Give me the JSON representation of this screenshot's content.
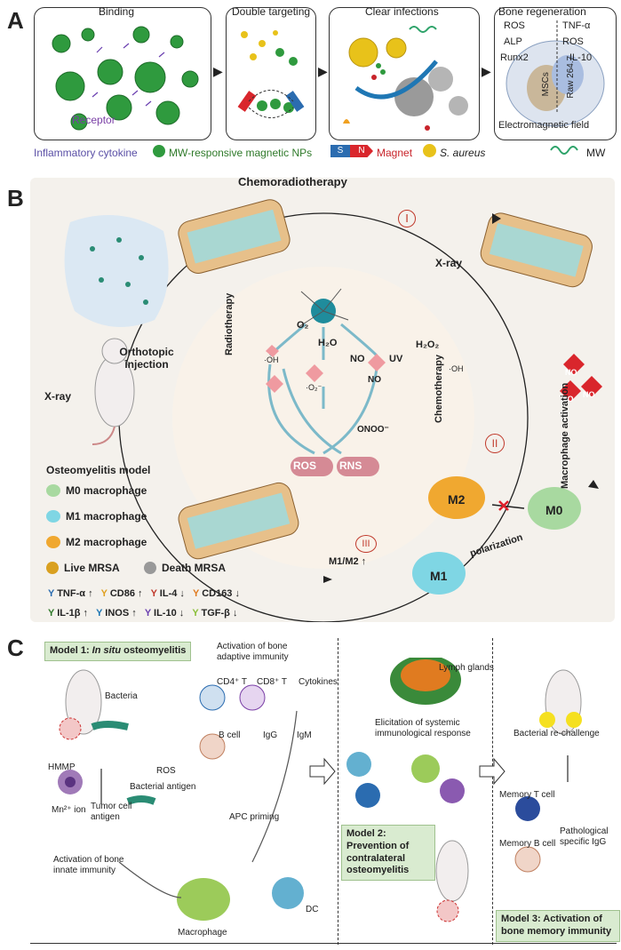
{
  "panelA": {
    "letter": "A",
    "box_titles": [
      "Binding",
      "Double  targeting",
      "Clear infections",
      "Bone regeneration"
    ],
    "receptor": "Receptor",
    "bone": {
      "ros1": "ROS",
      "tnf": "TNF-α",
      "alp": "ALP",
      "ros2": "ROS",
      "runx2": "Runx2",
      "il10": "IL-10",
      "mscs": "MSCs",
      "raw": "Raw 264.7",
      "field": "Electromagnetic field"
    },
    "legend": {
      "cytokine": "Inflammatory cytokine",
      "nps": "MW-responsive magnetic NPs",
      "magnet": "Magnet",
      "saureus": "S. aureus",
      "mw": "MW"
    },
    "magnet_s": "S",
    "magnet_n": "N"
  },
  "panelB": {
    "letter": "B",
    "chemoradio": "Chemoradiotherapy",
    "xray_top": "X-ray",
    "xray_left": "X-ray",
    "orthotopic": "Orthotopic injection",
    "radiotherapy": "Radiotherapy",
    "chemotherapy": "Chemotherapy",
    "o2": "O₂",
    "h2o": "H₂O",
    "no": "NO",
    "uv": "UV",
    "h2o2": "H₂O₂",
    "oh1": "·OH",
    "o2r": "·O₂⁻",
    "no_center": "NO",
    "oh2": "·OH",
    "onoo": "ONOO⁻",
    "ros": "ROS",
    "rns": "RNS",
    "step1": "I",
    "step2": "II",
    "step3": "III",
    "macrophage_activation": "Macrophage activation",
    "no_clusters": [
      "NO",
      "NO",
      "NO"
    ],
    "m2": "M2",
    "m0": "M0",
    "m1": "M1",
    "polarization": "polarization",
    "m1m2": "M1/M2 ↑",
    "model_title": "Osteomyelitis model",
    "legend_items": [
      "M0 macrophage",
      "M1 macrophage",
      "M2 macrophage"
    ],
    "live": "Live MRSA",
    "death": "Death MRSA",
    "markers_row1": [
      "TNF-α ↑",
      "CD86 ↑",
      "IL-4 ↓",
      "CD163 ↓"
    ],
    "markers_row2": [
      "IL-1β ↑",
      "INOS ↑",
      "IL-10 ↓",
      "TGF-β ↓"
    ]
  },
  "panelC": {
    "letter": "C",
    "model1_prefix": "Model 1: ",
    "model1_italic": "In situ",
    "model1_suffix": " osteomyelitis",
    "bacteria": "Bacteria",
    "hmmp": "HMMP",
    "ros": "ROS",
    "bacterial_antigen": "Bacterial antigen",
    "mn_ion": "Mn²⁺ ion",
    "tumor_antigen": "Tumor cell antigen",
    "innate": "Activation of bone innate immunity",
    "macrophage": "Macrophage",
    "dc": "DC",
    "apc": "APC priming",
    "adaptive": "Activation of bone adaptive immunity",
    "cd4": "CD4⁺ T",
    "cd8": "CD8⁺ T",
    "cytokines": "Cytokines",
    "bcell": "B cell",
    "igg": "IgG",
    "igm": "IgM",
    "lymph": "Lymph glands",
    "systemic": "Elicitation of systemic immunological response",
    "model2": "Model 2: Prevention of contralateral osteomyelitis",
    "rechallenge": "Bacterial re-challenge",
    "memT": "Memory T cell",
    "memB": "Memory B cell",
    "pathIgG": "Pathological specific IgG",
    "model3": "Model 3: Activation of bone memory immunity"
  },
  "colors": {
    "np_green": "#2f9a3e",
    "bacteria_yellow": "#e8c21a",
    "magnet_red": "#d9262c",
    "magnet_blue": "#2b6cb0",
    "roman_red": "#c0392b",
    "panel_bg": "#f4f1ec",
    "model_green": "#d9ebd0"
  }
}
